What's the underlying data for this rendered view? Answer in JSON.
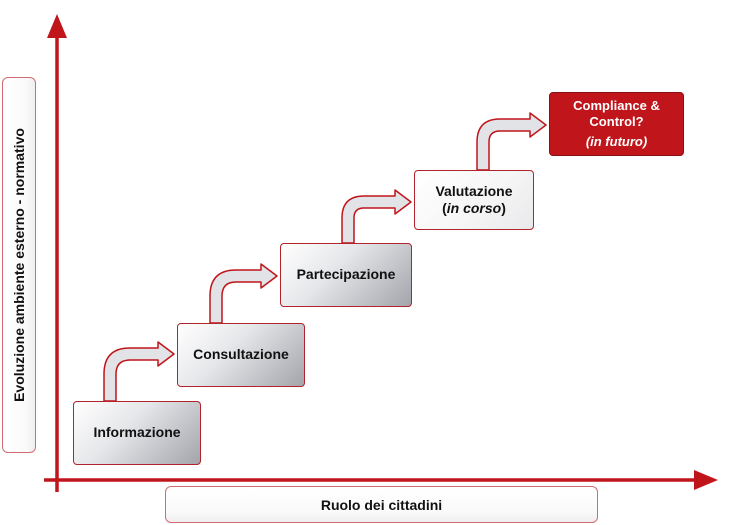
{
  "axes": {
    "y_label": "Evoluzione ambiente esterno - normativo",
    "x_label": "Ruolo dei cittadini"
  },
  "steps": [
    {
      "label": "Informazione"
    },
    {
      "label": "Consultazione"
    },
    {
      "label": "Partecipazione"
    },
    {
      "label": "Valutazione",
      "note_open": "(",
      "note": "in corso",
      "note_close": ")"
    },
    {
      "label_line1": "Compliance &",
      "label_line2": "Control?",
      "note": "(in futuro)"
    }
  ],
  "colors": {
    "axis": "#c0151b",
    "accent_box": "#c0151b",
    "box_border": "#b0242c",
    "arrow_fill": "#e2e3e6",
    "arrow_stroke": "#c0151b"
  },
  "icons": [
    "curved-step-arrow-icon",
    "axis-arrow-icon"
  ]
}
